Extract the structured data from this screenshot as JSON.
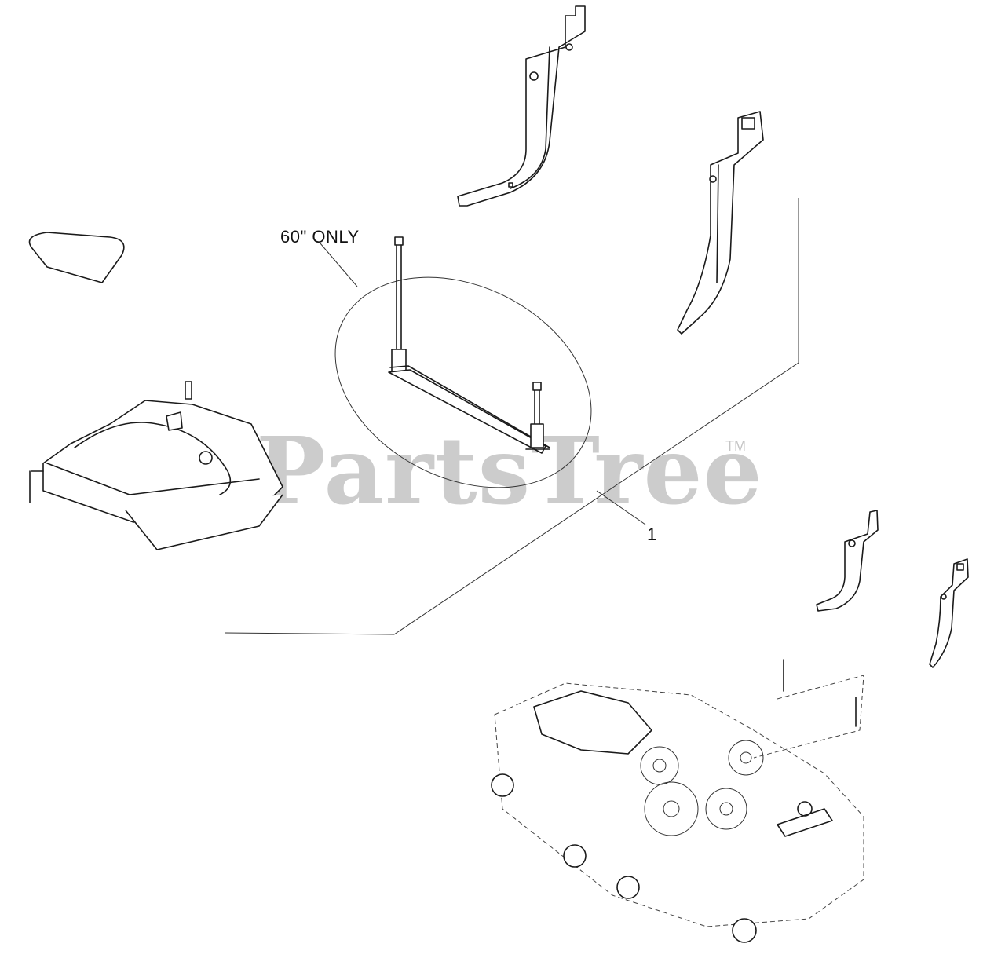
{
  "diagram": {
    "note_label": "60\" ONLY",
    "callout_number": "1",
    "watermark": "PartsTree",
    "trademark": "TM"
  },
  "parts": [
    {
      "name": "upper-left-bracket"
    },
    {
      "name": "upper-right-bracket"
    },
    {
      "name": "belt-cover-shield"
    },
    {
      "name": "spacer-bar-assembly"
    },
    {
      "name": "small-left-bracket"
    },
    {
      "name": "small-right-bracket"
    },
    {
      "name": "mower-deck-assembly"
    }
  ]
}
